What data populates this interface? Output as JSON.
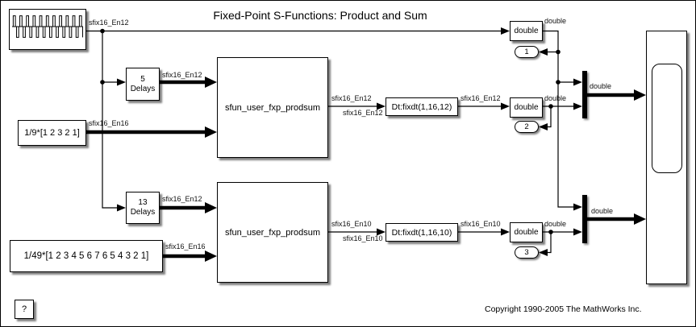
{
  "title": "Fixed-Point S-Functions: Product and Sum",
  "copyright": "Copyright 1990-2005 The MathWorks Inc.",
  "colors": {
    "wire": "#000000",
    "block_fill": "#ffffff",
    "background": "#ffffff"
  },
  "blocks": {
    "signal_source": {
      "icon": "sine-wave-icon"
    },
    "gain1": {
      "label": "1/9*[1 2 3 2 1]"
    },
    "gain2": {
      "label": "1/49*[1 2 3 4 5 6 7 6 5 4 3 2 1]"
    },
    "delays1": {
      "label": "5\nDelays"
    },
    "delays2": {
      "label": "13\nDelays"
    },
    "sfun1": {
      "label": "sfun_user_fxp_prodsum"
    },
    "sfun2": {
      "label": "sfun_user_fxp_prodsum"
    },
    "dtc1": {
      "label": "Dt:fixdt(1,16,12)"
    },
    "dtc2": {
      "label": "Dt:fixdt(1,16,10)"
    },
    "double1": {
      "label": "double"
    },
    "double2": {
      "label": "double"
    },
    "double3": {
      "label": "double"
    },
    "outport1": {
      "label": "1"
    },
    "outport2": {
      "label": "2"
    },
    "outport3": {
      "label": "3"
    },
    "help": {
      "label": "?"
    }
  },
  "signal_labels": {
    "src_out": "sfix16_En12",
    "delays1_out": "sfix16_En12",
    "gain1_out": "sfix16_En16",
    "sfun1_out_top": "sfix16_En12",
    "sfun1_out_bottom": "sfix16_En12",
    "dtc1_out": "sfix16_En12",
    "double1_out": "double",
    "double2_out": "double",
    "mux1_out": "double",
    "delays2_out": "sfix16_En12",
    "gain2_out": "sfix16_En16",
    "sfun2_out_top": "sfix16_En10",
    "sfun2_out_bottom": "sfix16_En10",
    "dtc2_out": "sfix16_En10",
    "double3_out": "double",
    "mux2_out": "double"
  }
}
